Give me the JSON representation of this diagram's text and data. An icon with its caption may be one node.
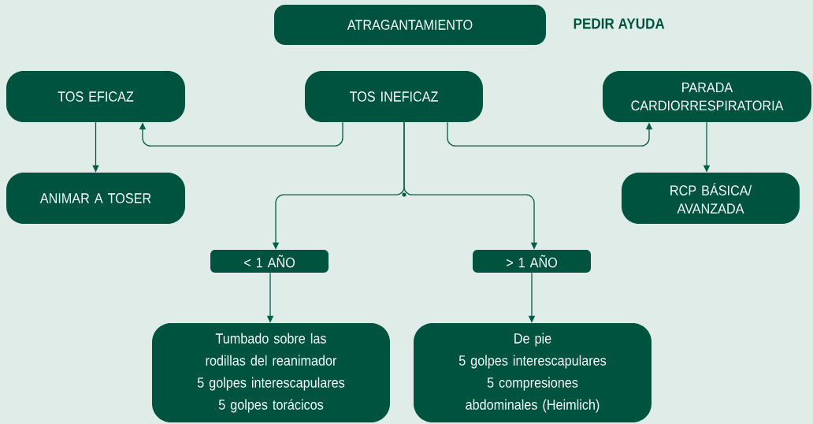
{
  "diagram": {
    "nodes": [
      {
        "text": [
          "ATRAGANTAMIENTO"
        ]
      },
      {
        "text": [
          "TOS EFICAZ"
        ]
      },
      {
        "text": [
          "TOS INEFICAZ"
        ]
      },
      {
        "text": [
          "PARADA CARDIORRESPIRATORIA"
        ]
      },
      {
        "text": [
          "ANIMAR A TOSER"
        ]
      },
      {
        "text": [
          "RCP BÁSICA/ AVANZADA"
        ]
      },
      {
        "text": [
          "< 1 AÑO"
        ]
      },
      {
        "text": [
          "> 1 AÑO"
        ]
      },
      {
        "text": [
          "Tumbado sobre las rodillas del reanimador",
          "5 golpes interescapulares",
          "5 golpes torácicos"
        ]
      },
      {
        "text": [
          "De pie",
          "5 golpes interescapulares",
          "5 compresiones abdominales (Heimlich)"
        ]
      }
    ],
    "edges": [
      {
        "from": 2,
        "to": 1,
        "arrow": "to"
      },
      {
        "from": 2,
        "to": 3,
        "arrow": "to"
      },
      {
        "from": 1,
        "to": 4,
        "arrow": "to"
      },
      {
        "from": 3,
        "to": 5,
        "arrow": "to"
      },
      {
        "from": 2,
        "to": 6,
        "arrow": "to"
      },
      {
        "from": 2,
        "to": 7,
        "arrow": "to"
      },
      {
        "from": 6,
        "to": 8,
        "arrow": "to"
      },
      {
        "from": 7,
        "to": 9,
        "arrow": "to"
      }
    ],
    "labels": [
      "PEDIR AYUDA"
    ]
  }
}
